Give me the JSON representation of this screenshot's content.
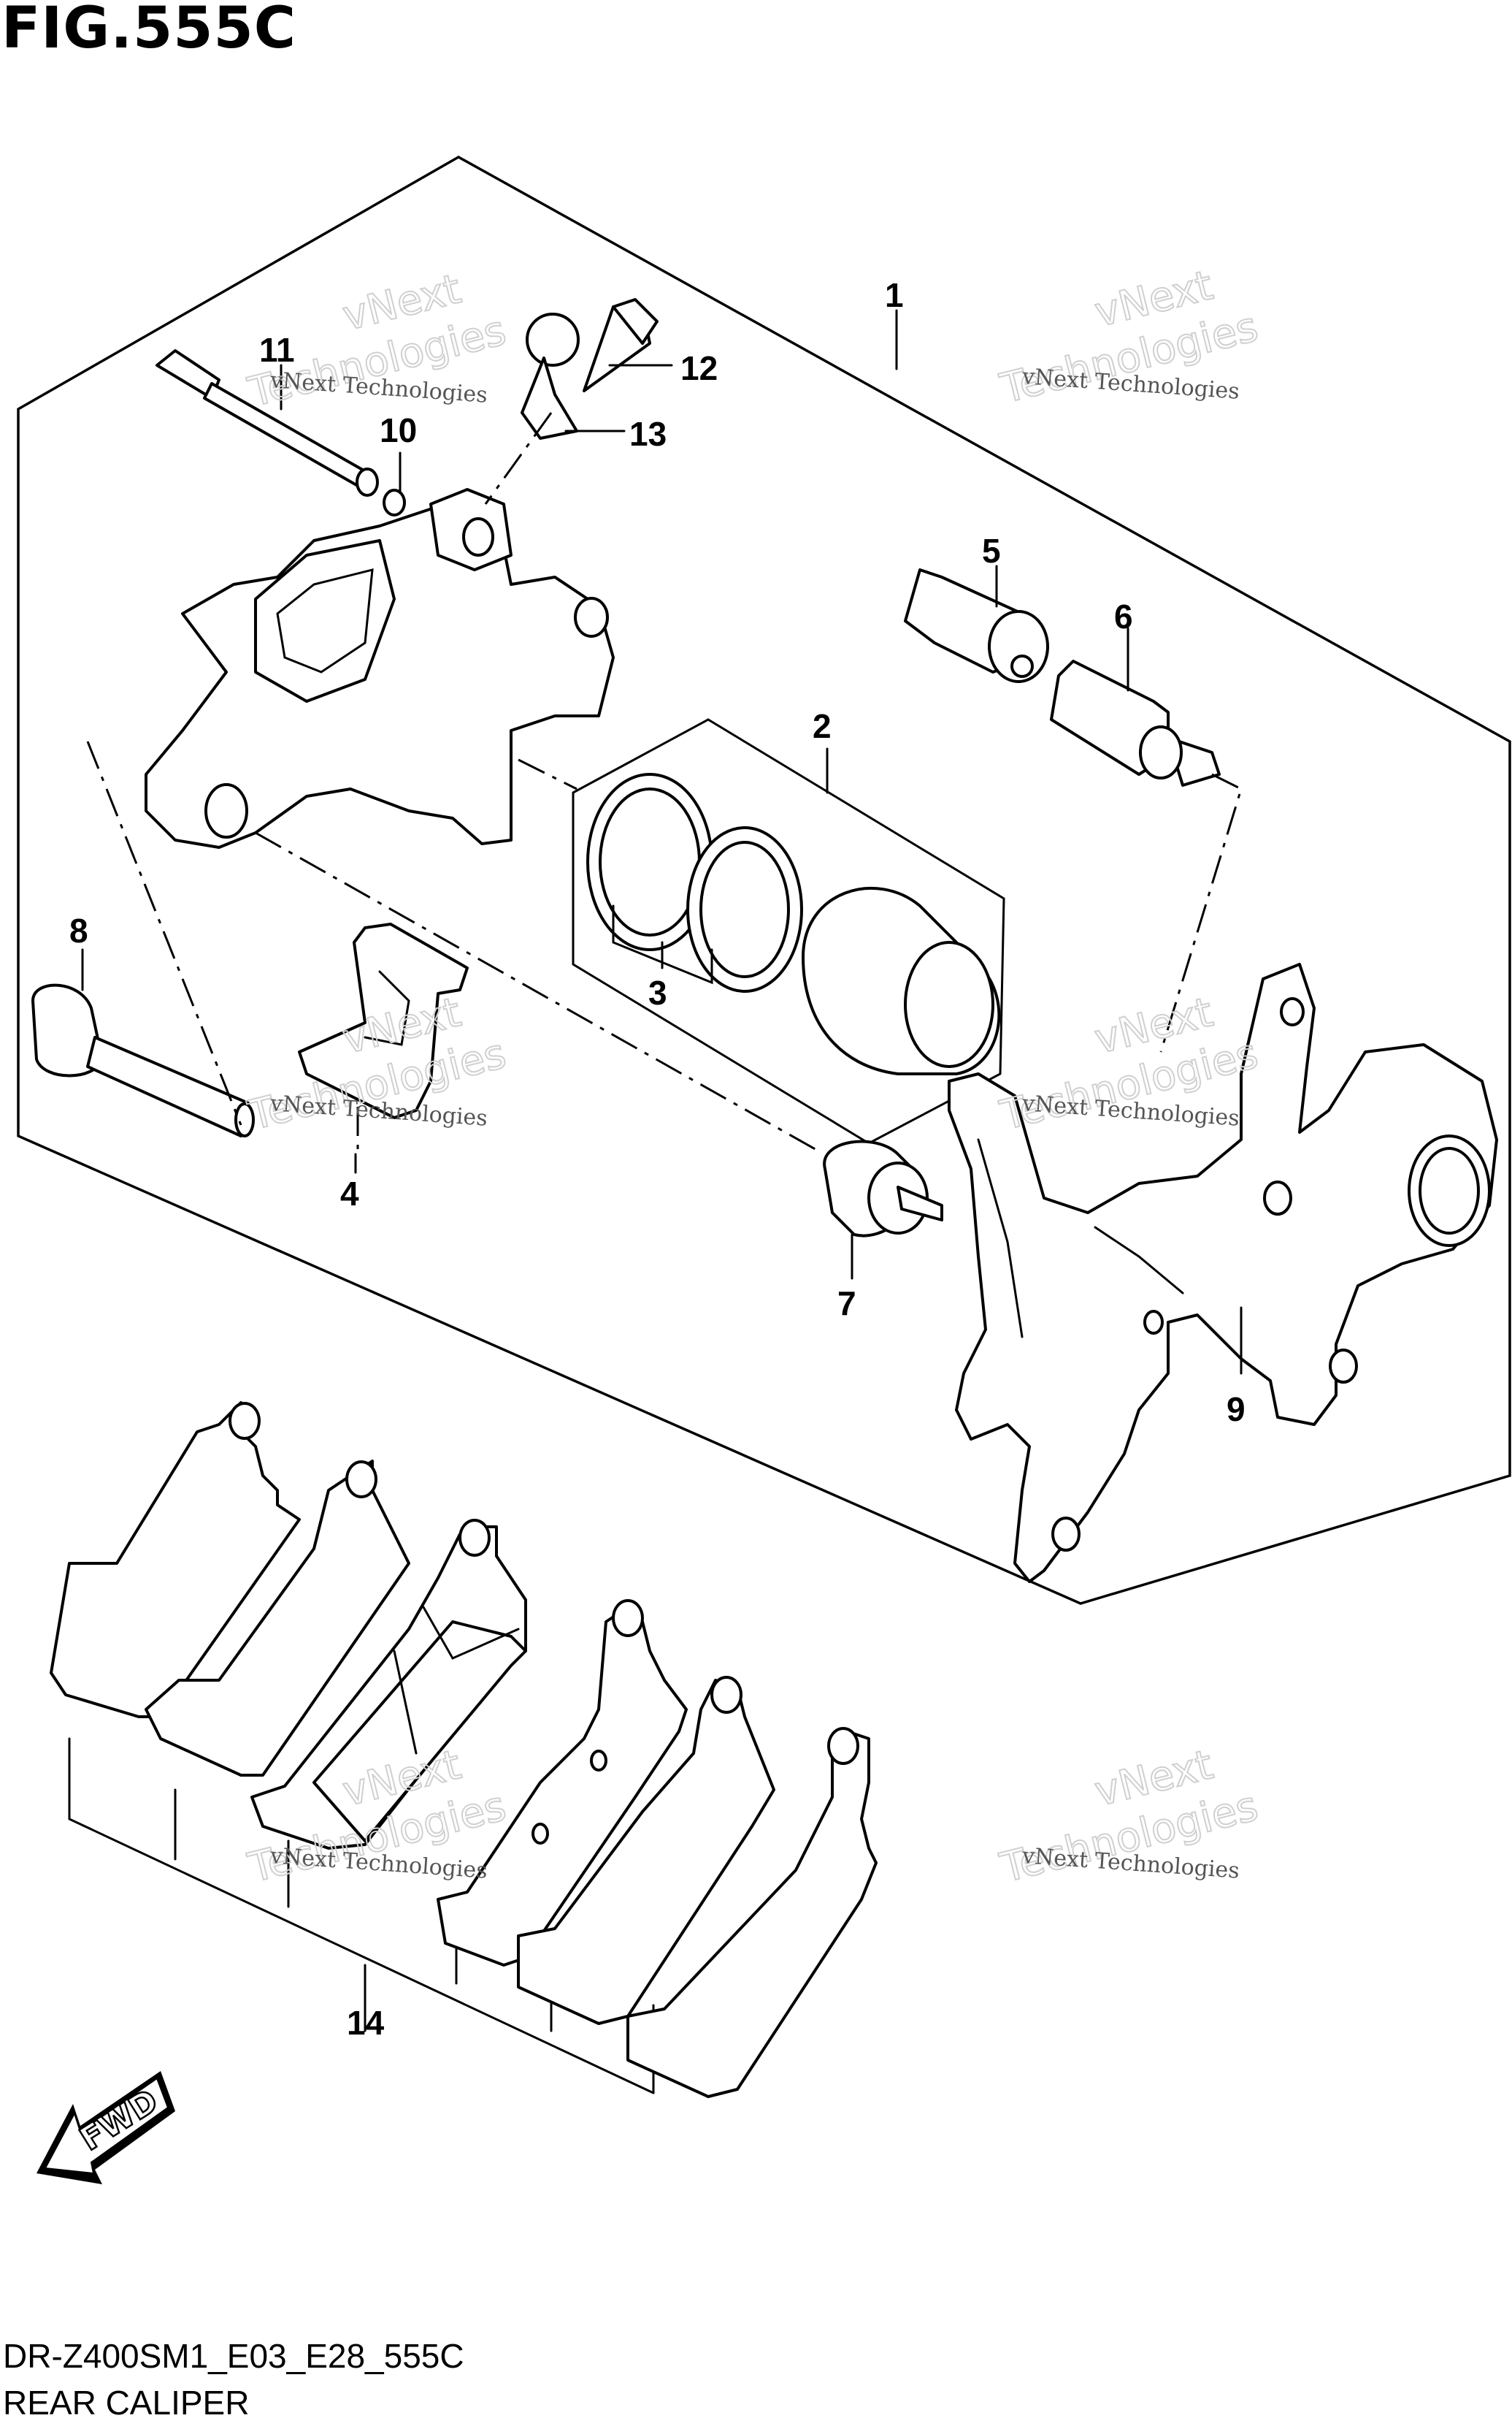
{
  "figure": {
    "title": "FIG.555C"
  },
  "footer": {
    "code": "DR-Z400SM1_E03_E28_555C",
    "name": "REAR CALIPER"
  },
  "watermark": {
    "line1": "vNext Technologies",
    "line2": "vNext\nTechnologies"
  },
  "fwd_label": "FWD",
  "callouts": [
    {
      "id": "1",
      "label": "1"
    },
    {
      "id": "2",
      "label": "2"
    },
    {
      "id": "3",
      "label": "3"
    },
    {
      "id": "4",
      "label": "4"
    },
    {
      "id": "5",
      "label": "5"
    },
    {
      "id": "6",
      "label": "6"
    },
    {
      "id": "7",
      "label": "7"
    },
    {
      "id": "8",
      "label": "8"
    },
    {
      "id": "9",
      "label": "9"
    },
    {
      "id": "10",
      "label": "10"
    },
    {
      "id": "11",
      "label": "11"
    },
    {
      "id": "12",
      "label": "12"
    },
    {
      "id": "13",
      "label": "13"
    },
    {
      "id": "14",
      "label": "14"
    }
  ]
}
